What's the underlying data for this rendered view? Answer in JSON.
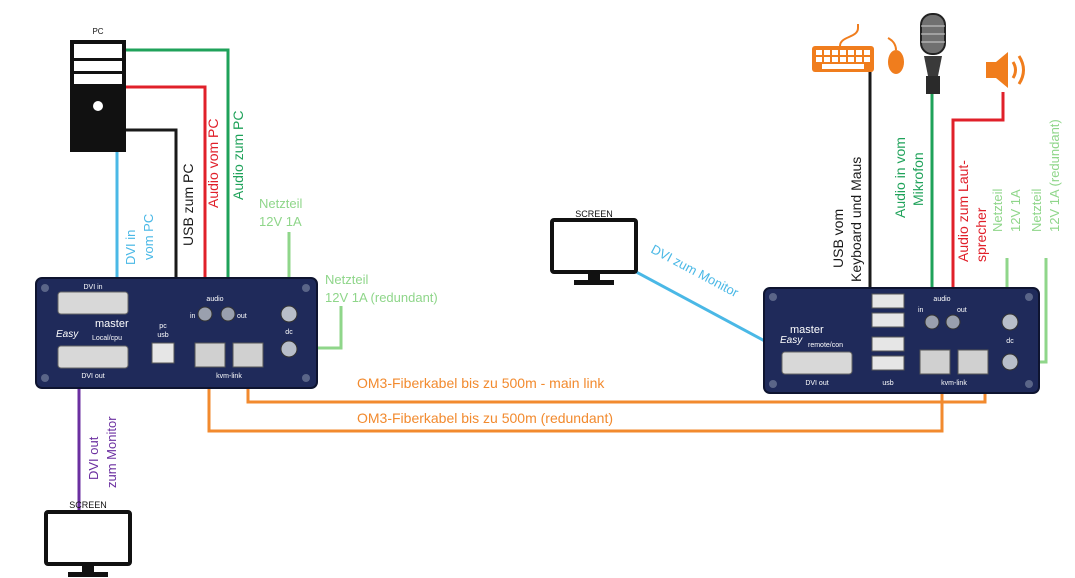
{
  "labels": {
    "pc": "PC",
    "screen_top": "SCREEN",
    "screen_bottom": "SCREEN",
    "dvi_in_line1": "DVI in",
    "dvi_in_line2": "vom PC",
    "usb_zum_pc": "USB zum PC",
    "audio_vom_pc": "Audio vom PC",
    "audio_zum_pc": "Audio zum PC",
    "netzteil_1_line1": "Netzteil",
    "netzteil_1_line2": "12V 1A",
    "netzteil_2_line1": "Netzteil",
    "netzteil_2_line2": "12V 1A (redundant)",
    "dvi_out_line1": "DVI out",
    "dvi_out_line2": "zum Monitor",
    "dvi_zum_monitor": "DVI zum Monitor",
    "usb_vom_line1": "USB vom",
    "usb_vom_line2": "Keyboard und Maus",
    "audio_in_line1": "Audio in vom",
    "audio_in_line2": "Mikrofon",
    "audio_zum_line1": "Audio zum Laut-",
    "audio_zum_line2": "sprecher",
    "remote_netzteil_1_line1": "Netzteil",
    "remote_netzteil_1_line2": "12V 1A",
    "remote_netzteil_2_line1": "Netzteil",
    "remote_netzteil_2_line2": "12V 1A (redundant)",
    "fiber_main": "OM3-Fiberkabel bis zu 500m - main link",
    "fiber_redundant": "OM3-Fiberkabel bis zu 500m (redundant)"
  },
  "local_unit": {
    "dvi_in": "DVI in",
    "dvi_out": "DVI out",
    "audio": "audio",
    "in": "in",
    "out": "out",
    "pc": "pc",
    "usb": "usb",
    "dc": "dc",
    "kvm_link": "kvm-link",
    "brand": "master",
    "brand_script": "Easy",
    "variant": "Local/cpu"
  },
  "remote_unit": {
    "dvi_out": "DVI out",
    "audio": "audio",
    "in": "in",
    "out": "out",
    "usb": "usb",
    "dc": "dc",
    "kvm_link": "kvm-link",
    "brand": "master",
    "brand_script": "Easy",
    "variant": "remote/con"
  },
  "colors": {
    "dvi": "#4ab8e6",
    "usb": "#1a1a1a",
    "audio_red": "#e0202a",
    "audio_green": "#1fa25a",
    "power": "#8fd68a",
    "dvi_out": "#6b2fa0",
    "fiber": "#f28a2e",
    "unit": "#1f2a5a",
    "icon_orange": "#f07d1d"
  }
}
